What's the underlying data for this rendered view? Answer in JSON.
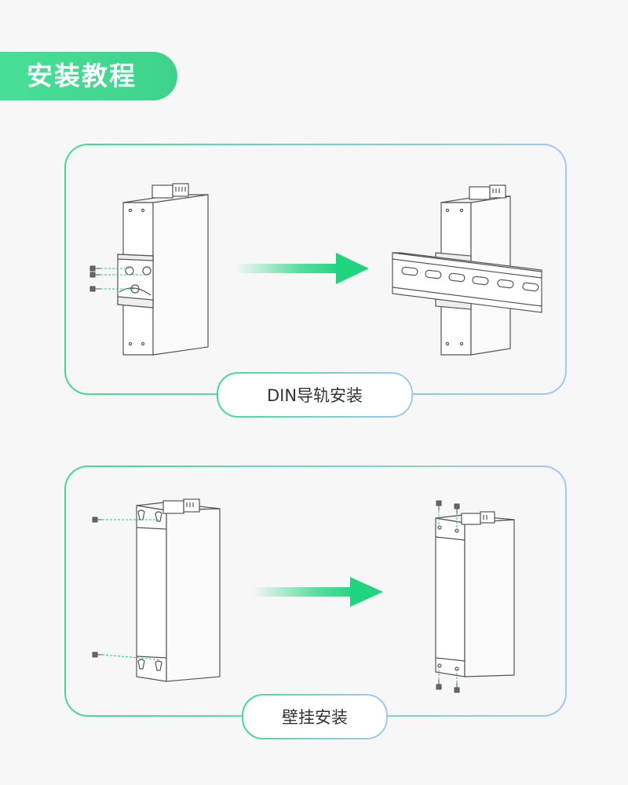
{
  "header": {
    "title": "安装教程"
  },
  "sections": [
    {
      "label": "DIN导轨安装"
    },
    {
      "label": "壁挂安装"
    }
  ],
  "colors": {
    "accent_green": "#3dd38a",
    "accent_blue": "#a5c8f5",
    "line_gray": "#555555"
  }
}
